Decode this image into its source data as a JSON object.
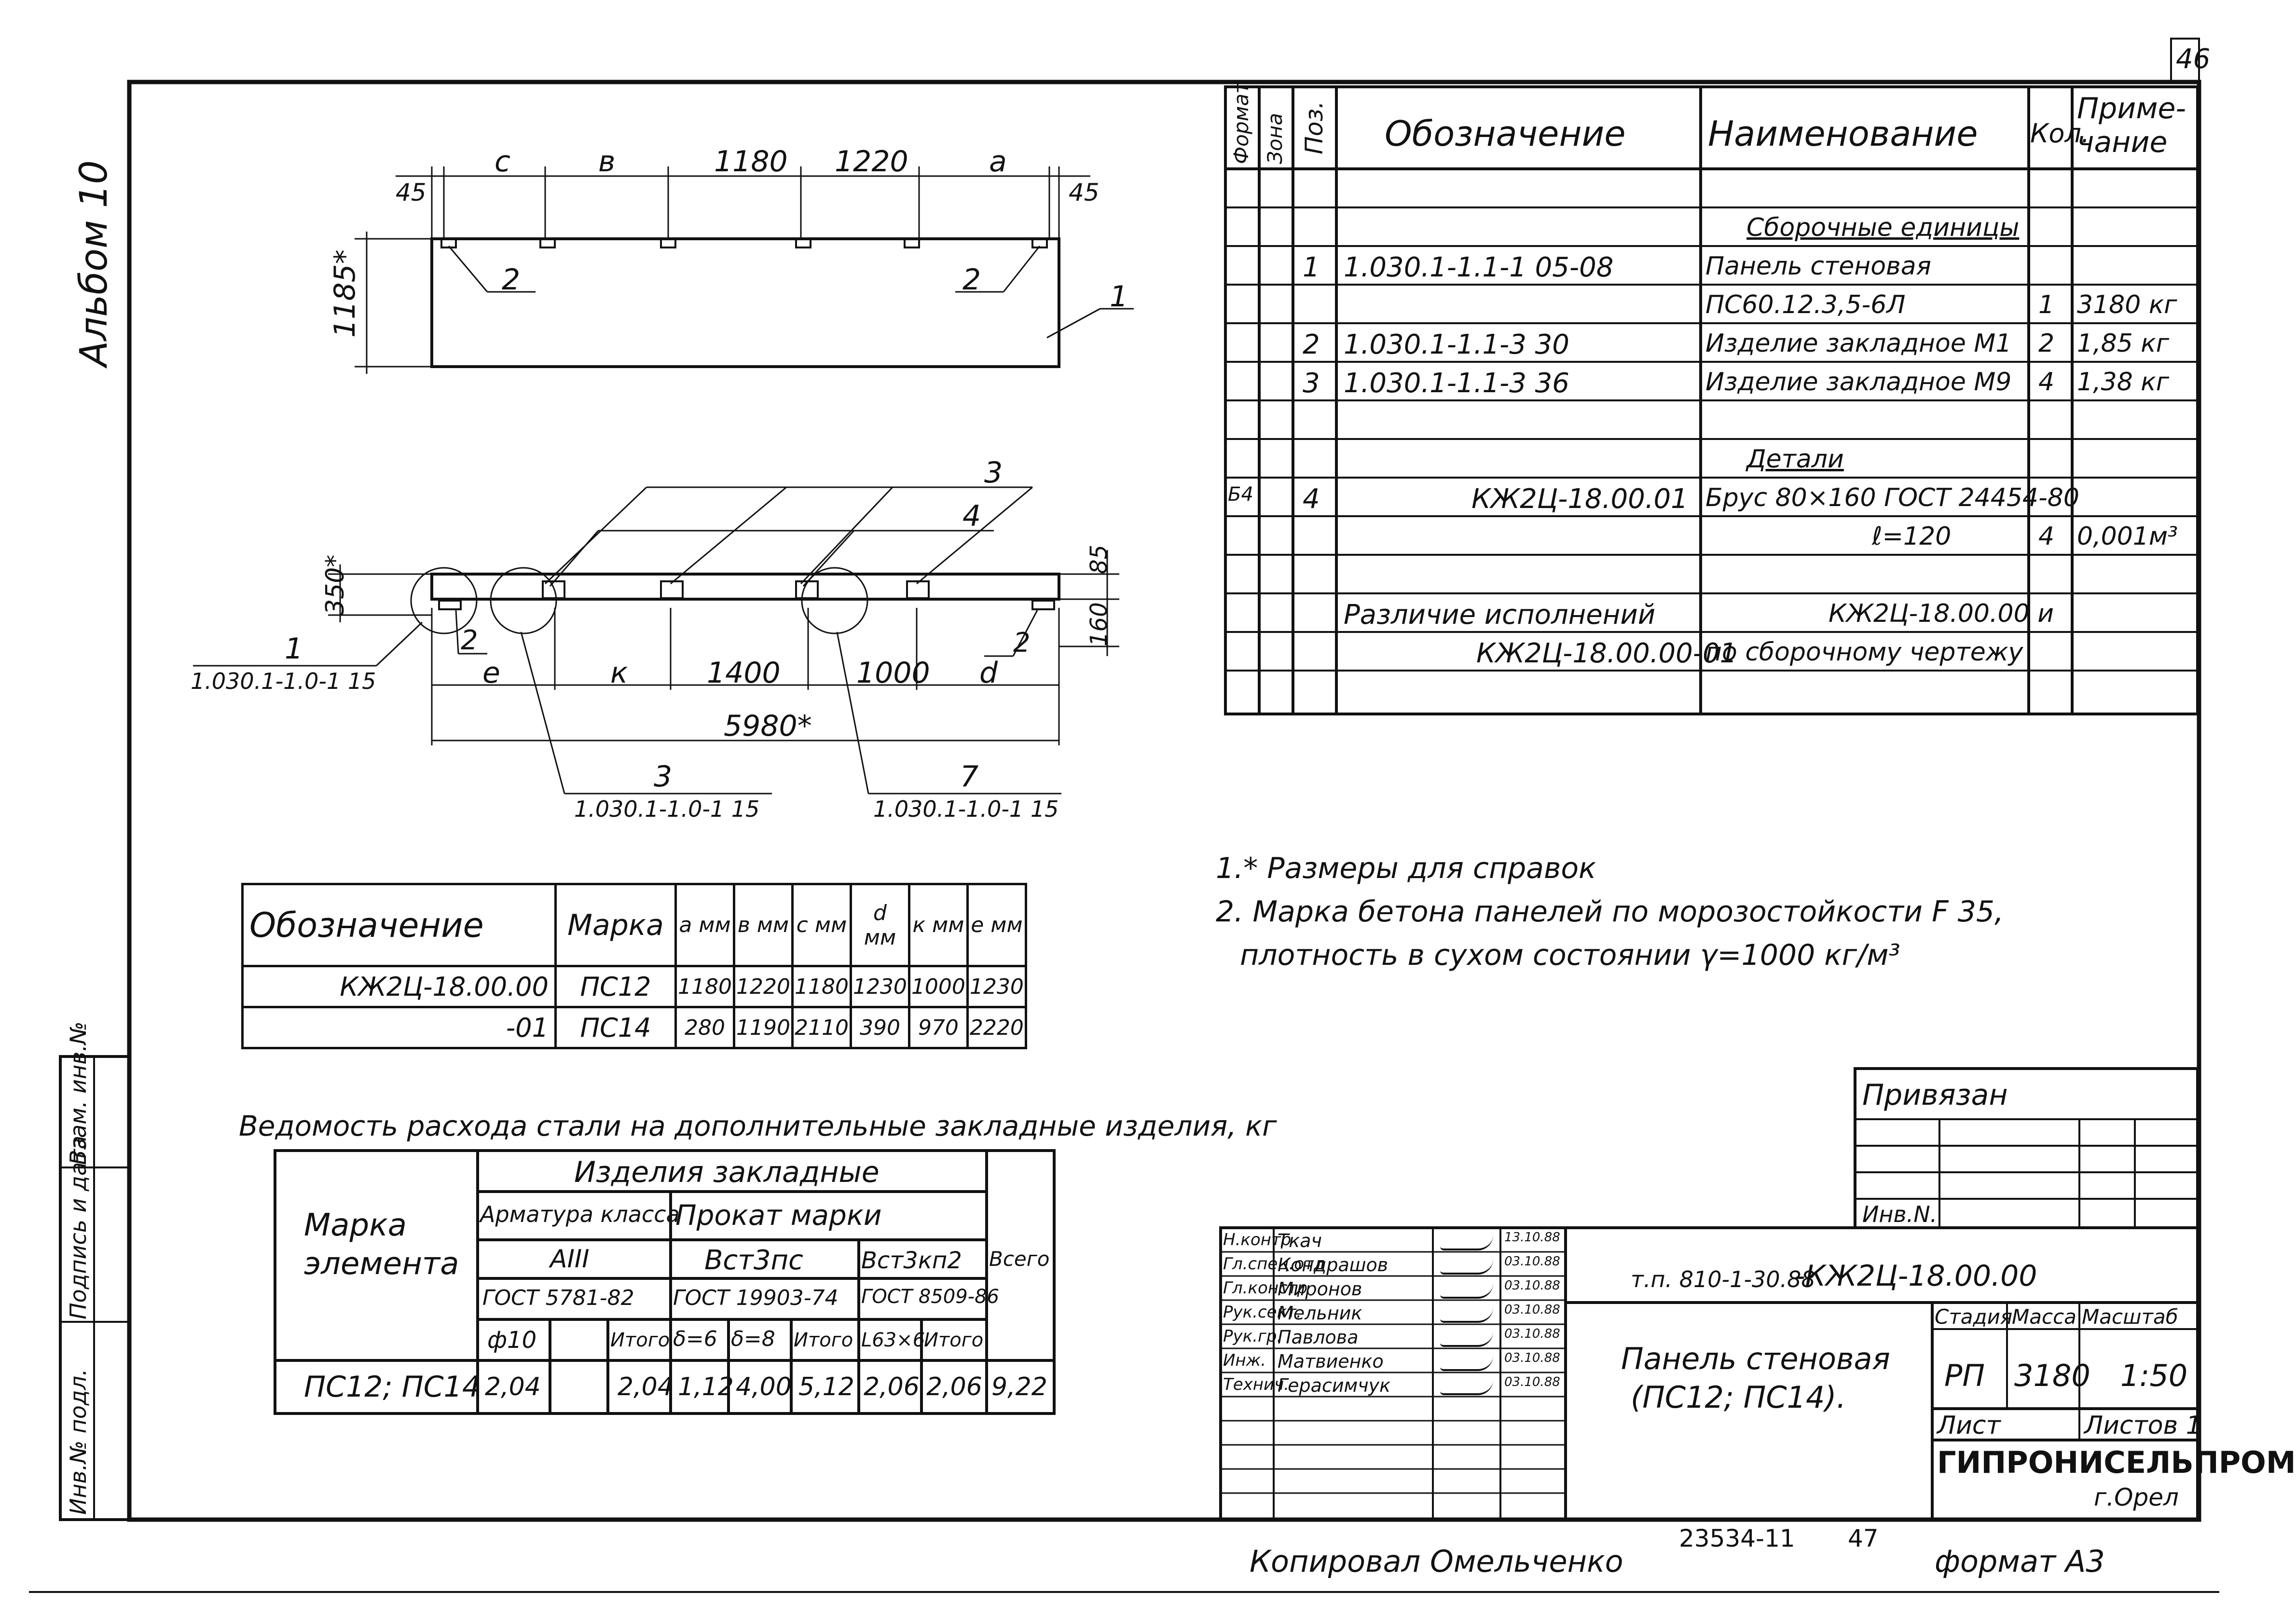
{
  "page": {
    "number": "46",
    "album": "Альбом 10",
    "copied": "Копировал Омельченко",
    "format": "формат А3",
    "ref_number": "23534-11",
    "ref_page": "47"
  },
  "side_stamp": {
    "inv_no": "Инв.№ подл.",
    "sign_date": "Подпись и дата",
    "replace_inv": "Взам. инв.№"
  },
  "drawing_top": {
    "dims": {
      "c": "с",
      "b": "в",
      "d1180": "1180",
      "d1220": "1220",
      "a": "а",
      "left45": "45",
      "right45": "45",
      "h1185": "1185*"
    },
    "callouts": {
      "left2": "2",
      "right2": "2",
      "p1": "1"
    }
  },
  "drawing_bottom": {
    "dims": {
      "h350": "350*",
      "d85": "85",
      "d160": "160",
      "e": "е",
      "k": "к",
      "d1400": "1400",
      "d1000": "1000",
      "d": "d",
      "total": "5980*"
    },
    "callouts": {
      "c3": "3",
      "c4": "4",
      "c2left": "2",
      "c2right": "2",
      "c1": "1",
      "c3b": "3",
      "c7": "7"
    },
    "refs": {
      "r1": "1.030.1-1.0-1 15",
      "r3": "1.030.1-1.0-1 15",
      "r7": "1.030.1-1.0-1 15"
    }
  },
  "spec": {
    "header": {
      "format": "Формат",
      "zone": "Зона",
      "pos": "Поз.",
      "designation": "Обозначение",
      "name": "Наименование",
      "qty": "Кол.",
      "note": "Приме-чание"
    },
    "rows": [
      {
        "format": "",
        "pos": "",
        "designation": "",
        "name": "",
        "qty": "",
        "note": ""
      },
      {
        "format": "",
        "pos": "",
        "designation": "",
        "name": "Сборочные единицы",
        "qty": "",
        "note": "",
        "underline": true
      },
      {
        "format": "",
        "pos": "1",
        "designation": "1.030.1-1.1-1 05-08",
        "name": "Панель стеновая",
        "qty": "",
        "note": ""
      },
      {
        "format": "",
        "pos": "",
        "designation": "",
        "name": "ПС60.12.3,5-6Л",
        "qty": "1",
        "note": "3180 кг"
      },
      {
        "format": "",
        "pos": "2",
        "designation": "1.030.1-1.1-3 30",
        "name": "Изделие закладное М1",
        "qty": "2",
        "note": "1,85 кг"
      },
      {
        "format": "",
        "pos": "3",
        "designation": "1.030.1-1.1-3 36",
        "name": "Изделие закладное М9",
        "qty": "4",
        "note": "1,38 кг"
      },
      {
        "format": "",
        "pos": "",
        "designation": "",
        "name": "",
        "qty": "",
        "note": ""
      },
      {
        "format": "",
        "pos": "",
        "designation": "",
        "name": "Детали",
        "qty": "",
        "note": "",
        "underline": true
      },
      {
        "format": "Б4",
        "pos": "4",
        "designation": "КЖ2Ц-18.00.01",
        "name": "Брус 80×160 ГОСТ 24454-80",
        "qty": "",
        "note": ""
      },
      {
        "format": "",
        "pos": "",
        "designation": "",
        "name": "ℓ=120",
        "qty": "4",
        "note": "0,001м³"
      },
      {
        "format": "",
        "pos": "",
        "designation": "",
        "name": "",
        "qty": "",
        "note": ""
      },
      {
        "format": "",
        "pos": "",
        "designation": "Различие исполнений",
        "name": "КЖ2Ц-18.00.00 и",
        "qty": "",
        "note": ""
      },
      {
        "format": "",
        "pos": "",
        "designation": "КЖ2Ц-18.00.00-01",
        "name": "по сборочному чертежу",
        "qty": "",
        "note": ""
      }
    ]
  },
  "notes": [
    "1.* Размеры для справок",
    "2. Марка бетона панелей по морозостойкости F 35,",
    "плотность в сухом состоянии γ=1000 кг/м³"
  ],
  "variants": {
    "headers": [
      "Обозначение",
      "Марка",
      "а мм",
      "в мм",
      "с мм",
      "d мм",
      "к мм",
      "е мм"
    ],
    "rows": [
      [
        "КЖ2Ц-18.00.00",
        "ПС12",
        "1180",
        "1220",
        "1180",
        "1230",
        "1000",
        "1230"
      ],
      [
        "-01",
        "ПС14",
        "280",
        "1190",
        "2110",
        "390",
        "970",
        "2220"
      ]
    ]
  },
  "steel": {
    "title": "Ведомость расхода стали на дополнительные закладные изделия, кг",
    "h_mark": "Марка элемента",
    "h_products": "Изделия закладные",
    "h_rebar": "Арматура класса",
    "h_rolled": "Прокат марки",
    "h_a3": "АIII",
    "h_vst3ps": "Вст3пс",
    "h_vst3kp2": "Вст3кп2",
    "h_total": "Всего",
    "h_gost5781": "ГОСТ 5781-82",
    "h_gost19903": "ГОСТ 19903-74",
    "h_gost8509": "ГОСТ 8509-86",
    "h_phi10": "ф10",
    "h_itogo1": "Итого",
    "h_d6": "δ=6",
    "h_d8": "δ=8",
    "h_itogo2": "Итого",
    "h_l63": "L63×6",
    "h_itogo3": "Итого",
    "row": {
      "mark": "ПС12; ПС14",
      "phi10": "2,04",
      "empty": "",
      "itogo1": "2,04",
      "d6": "1,12",
      "d8": "4,00",
      "itogo2": "5,12",
      "l63": "2,06",
      "itogo3": "2,06",
      "total": "9,22"
    }
  },
  "title_block": {
    "privyazan": "Привязан",
    "inv_n": "Инв.N.",
    "code": "т.п. 810-1-30.88",
    "doc_code": "-КЖ2Ц-18.00.00",
    "title_line1": "Панель стеновая",
    "title_line2": "(ПС12; ПС14).",
    "stage_h": "Стадия",
    "mass_h": "Масса",
    "scale_h": "Масштаб",
    "stage": "РП",
    "mass": "3180",
    "scale": "1:50",
    "sheet_h": "Лист",
    "sheets_h": "Листов 1",
    "org": "ГИПРОНИСЕЛЬПРОМ",
    "city": "г.Орел",
    "signers": [
      {
        "role": "Н.контр",
        "name": "Ткач",
        "date": "13.10.88"
      },
      {
        "role": "Гл.спец.отд",
        "name": "Кондрашов",
        "date": "03.10.88"
      },
      {
        "role": "Гл.констр",
        "name": "Миронов",
        "date": "03.10.88"
      },
      {
        "role": "Рук.сект.",
        "name": "Мельник",
        "date": "03.10.88"
      },
      {
        "role": "Рук.гр.",
        "name": "Павлова",
        "date": "03.10.88"
      },
      {
        "role": "Инж.",
        "name": "Матвиенко",
        "date": "03.10.88"
      },
      {
        "role": "Технич.",
        "name": "Герасимчук",
        "date": "03.10.88"
      }
    ]
  }
}
